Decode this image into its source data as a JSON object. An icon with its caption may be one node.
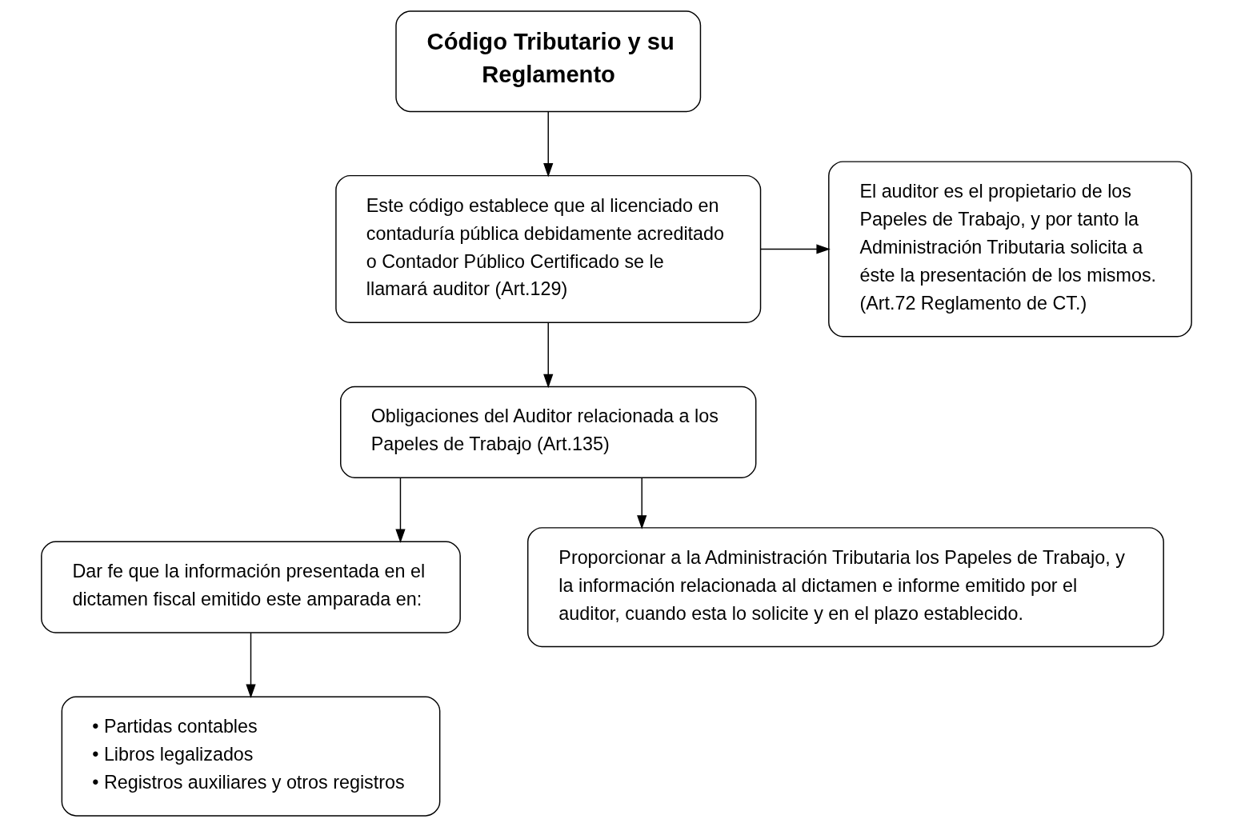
{
  "diagram": {
    "nodes": [
      {
        "text": [
          "Código Tributario y su Reglamento"
        ]
      },
      {
        "text": [
          "Este código establece que al licenciado en contaduría pública debidamente acreditado o Contador Público Certificado se le llamará auditor (Art.129)"
        ]
      },
      {
        "text": [
          "El auditor es el propietario de los Papeles de Trabajo, y por tanto la Administración Tributaria solicita a éste la presentación de los mismos. (Art.72 Reglamento de CT.)"
        ]
      },
      {
        "text": [
          "Obligaciones del Auditor relacionada a los Papeles de Trabajo (Art.135)"
        ]
      },
      {
        "text": [
          "Dar fe que la información presentada en el dictamen fiscal emitido este amparada en:"
        ]
      },
      {
        "text": [
          "Proporcionar a la Administración Tributaria los Papeles de Trabajo, y la información relacionada al dictamen e informe emitido por el auditor, cuando esta lo solicite y en el plazo establecido."
        ]
      },
      {
        "text": [
          "• Partidas contables",
          "• Libros legalizados",
          "• Registros auxiliares y otros registros"
        ]
      }
    ],
    "edges": [
      {
        "from": 0,
        "to": 1,
        "arrow": "to"
      },
      {
        "from": 1,
        "to": 2,
        "arrow": "to"
      },
      {
        "from": 1,
        "to": 3,
        "arrow": "to"
      },
      {
        "from": 3,
        "to": 4,
        "arrow": "to"
      },
      {
        "from": 3,
        "to": 5,
        "arrow": "to"
      },
      {
        "from": 4,
        "to": 6,
        "arrow": "to"
      }
    ]
  }
}
